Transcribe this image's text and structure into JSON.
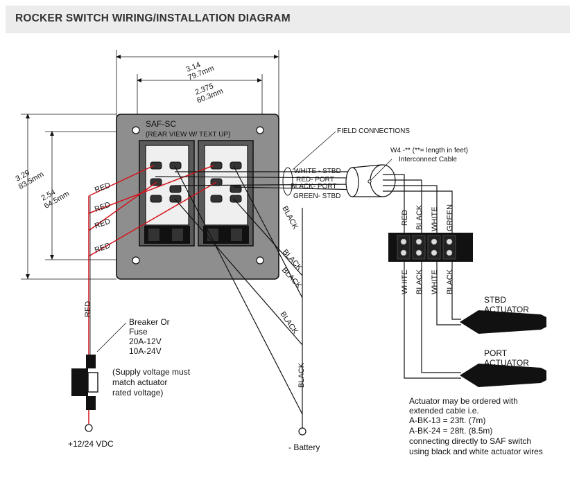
{
  "header": {
    "title": "ROCKER SWITCH WIRING/INSTALLATION DIAGRAM"
  },
  "dimensions": {
    "outer_width_in": "3.14",
    "outer_width_mm": "79.7mm",
    "inner_width_in": "2.375",
    "inner_width_mm": "60.3mm",
    "outer_height_in": "3.29",
    "outer_height_mm": "83.5mm",
    "inner_height_in": "2.54",
    "inner_height_mm": "64.5mm"
  },
  "panel": {
    "model": "SAF-SC",
    "view_note": "(REAR VIEW  W/ TEXT UP)"
  },
  "wire_labels": {
    "red": "RED",
    "black": "BLACK",
    "white": "WHITE",
    "green": "GREEN"
  },
  "field": {
    "field_connections": "FIELD CONNECTIONS",
    "white_stbd": "WHITE - STBD",
    "red_port": "RED- PORT",
    "black_port": "BLACK- PORT",
    "green_stbd": "GREEN- STBD",
    "cable_line1": "W4 -** (**= length in feet)",
    "cable_line2": "Interconnect Cable"
  },
  "breaker": {
    "line1": "Breaker Or",
    "line2": "Fuse",
    "line3": "20A-12V",
    "line4": "10A-24V",
    "note1": "(Supply voltage must",
    "note2": "match actuator",
    "note3": "rated voltage)"
  },
  "terminals": {
    "supply": "+12/24 VDC",
    "battery": "- Battery"
  },
  "actuators": {
    "stbd_line1": "STBD",
    "stbd_line2": "ACTUATOR",
    "port_line1": "PORT",
    "port_line2": "ACTUATOR"
  },
  "notes": {
    "line1": "Actuator may be ordered with",
    "line2": "extended cable i.e.",
    "line3": "A-BK-13 = 23ft. (7m)",
    "line4": "A-BK-24 = 28ft. (8.5m)",
    "line5": "connecting directly to SAF switch",
    "line6": "using black and white actuator wires"
  },
  "colors": {
    "panel": "#8e8e8e",
    "red_wire": "#d4141c",
    "header_bg": "#ececec"
  }
}
